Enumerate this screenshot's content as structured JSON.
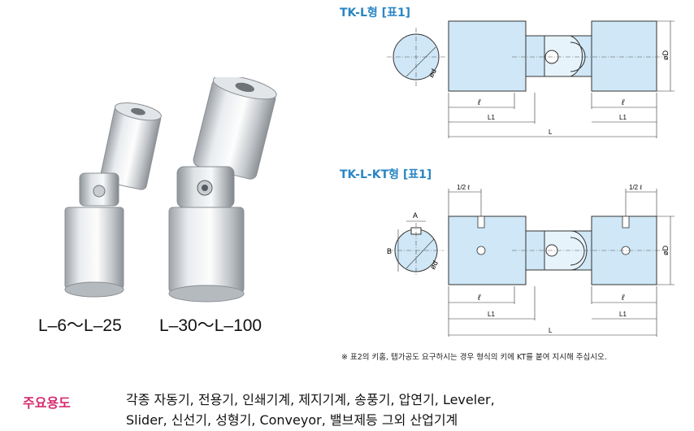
{
  "products": {
    "small_range": "L–6～L–25",
    "large_range": "L–30～L–100"
  },
  "drawings": {
    "tk_l": {
      "title": "TK-L형 [표1]",
      "labels": {
        "dia_small": "ød",
        "dia_large": "øD",
        "len_l_left": "ℓ",
        "len_l_right": "ℓ",
        "len_l1_left": "L1",
        "len_l1_right": "L1",
        "len_total": "L"
      }
    },
    "tk_l_kt": {
      "title": "TK-L-KT형 [표1]",
      "labels": {
        "half_l_left": "1/2 ℓ",
        "half_l_right": "1/2 ℓ",
        "key_a": "A",
        "key_b": "B",
        "dia_small": "ød",
        "dia_large": "øD",
        "len_l_left": "ℓ",
        "len_l_right": "ℓ",
        "len_l1_left": "L1",
        "len_l1_right": "L1",
        "len_total": "L"
      }
    }
  },
  "note": "※ 표2의 키홈, 탭가공도 요구하시는 경우 형식의 키에 KT를 붙여 지시해 주십시오.",
  "usage": {
    "label": "주요용도",
    "line1": "각종 자동기, 전용기, 인쇄기계, 제지기계, 송풍기, 압연기, Leveler,",
    "line2": "Slider, 신선기, 성형기, Conveyor, 밸브제등 그외 산업기계"
  },
  "colors": {
    "title_blue": "#2a86c4",
    "usage_pink": "#d62b6e",
    "part_fill": "#cfe7f6"
  }
}
